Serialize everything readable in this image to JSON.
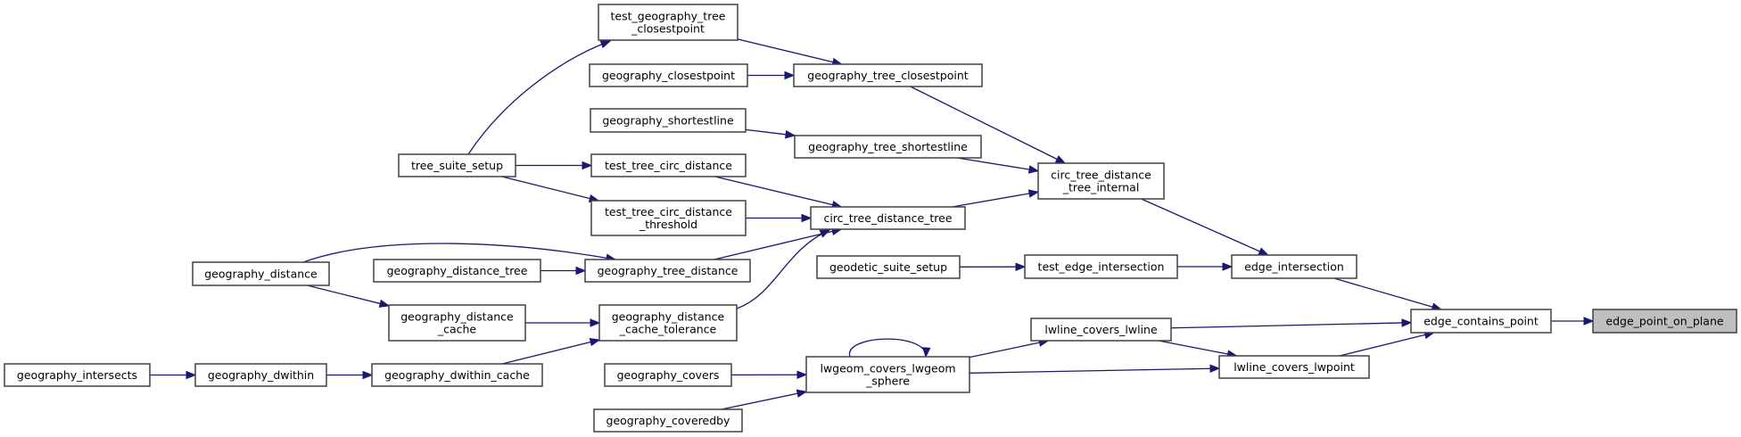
{
  "diagram": {
    "type": "caller-graph",
    "edge_color": "#191970",
    "highlight_fill": "#bfbfbf",
    "focus_node": "edge_point_on_plane",
    "nodes": [
      {
        "id": "edge_point_on_plane",
        "lines": [
          "edge_point_on_plane"
        ],
        "highlight": true
      },
      {
        "id": "edge_contains_point",
        "lines": [
          "edge_contains_point"
        ]
      },
      {
        "id": "edge_intersection",
        "lines": [
          "edge_intersection"
        ]
      },
      {
        "id": "lwline_covers_lwline",
        "lines": [
          "lwline_covers_lwline"
        ]
      },
      {
        "id": "lwline_covers_lwpoint",
        "lines": [
          "lwline_covers_lwpoint"
        ]
      },
      {
        "id": "circ_tree_distance_tree_internal",
        "lines": [
          "circ_tree_distance",
          "_tree_internal"
        ]
      },
      {
        "id": "test_edge_intersection",
        "lines": [
          "test_edge_intersection"
        ]
      },
      {
        "id": "lwgeom_covers_lwgeom_sphere",
        "lines": [
          "lwgeom_covers_lwgeom",
          "_sphere"
        ]
      },
      {
        "id": "geography_tree_closestpoint",
        "lines": [
          "geography_tree_closestpoint"
        ]
      },
      {
        "id": "geography_tree_shortestline",
        "lines": [
          "geography_tree_shortestline"
        ]
      },
      {
        "id": "circ_tree_distance_tree",
        "lines": [
          "circ_tree_distance_tree"
        ]
      },
      {
        "id": "geodetic_suite_setup",
        "lines": [
          "geodetic_suite_setup"
        ]
      },
      {
        "id": "geography_covers",
        "lines": [
          "geography_covers"
        ]
      },
      {
        "id": "geography_coveredby",
        "lines": [
          "geography_coveredby"
        ]
      },
      {
        "id": "test_geography_tree_closestpoint",
        "lines": [
          "test_geography_tree",
          "_closestpoint"
        ]
      },
      {
        "id": "geography_closestpoint",
        "lines": [
          "geography_closestpoint"
        ]
      },
      {
        "id": "geography_shortestline",
        "lines": [
          "geography_shortestline"
        ]
      },
      {
        "id": "test_tree_circ_distance",
        "lines": [
          "test_tree_circ_distance"
        ]
      },
      {
        "id": "test_tree_circ_distance_threshold",
        "lines": [
          "test_tree_circ_distance",
          "_threshold"
        ]
      },
      {
        "id": "geography_tree_distance",
        "lines": [
          "geography_tree_distance"
        ]
      },
      {
        "id": "geography_distance_cache_tolerance",
        "lines": [
          "geography_distance",
          "_cache_tolerance"
        ]
      },
      {
        "id": "tree_suite_setup",
        "lines": [
          "tree_suite_setup"
        ]
      },
      {
        "id": "geography_distance_tree",
        "lines": [
          "geography_distance_tree"
        ]
      },
      {
        "id": "geography_distance_cache",
        "lines": [
          "geography_distance",
          "_cache"
        ]
      },
      {
        "id": "geography_dwithin_cache",
        "lines": [
          "geography_dwithin_cache"
        ]
      },
      {
        "id": "geography_distance",
        "lines": [
          "geography_distance"
        ]
      },
      {
        "id": "geography_dwithin",
        "lines": [
          "geography_dwithin"
        ]
      },
      {
        "id": "geography_intersects",
        "lines": [
          "geography_intersects"
        ]
      }
    ],
    "edges": [
      {
        "from": "edge_contains_point",
        "to": "edge_point_on_plane"
      },
      {
        "from": "edge_intersection",
        "to": "edge_contains_point"
      },
      {
        "from": "lwline_covers_lwline",
        "to": "edge_contains_point"
      },
      {
        "from": "lwline_covers_lwpoint",
        "to": "edge_contains_point"
      },
      {
        "from": "circ_tree_distance_tree_internal",
        "to": "edge_intersection"
      },
      {
        "from": "test_edge_intersection",
        "to": "edge_intersection"
      },
      {
        "from": "lwgeom_covers_lwgeom_sphere",
        "to": "lwline_covers_lwline"
      },
      {
        "from": "lwline_covers_lwline",
        "to": "lwline_covers_lwpoint"
      },
      {
        "from": "lwgeom_covers_lwgeom_sphere",
        "to": "lwline_covers_lwpoint"
      },
      {
        "from": "geography_tree_closestpoint",
        "to": "circ_tree_distance_tree_internal"
      },
      {
        "from": "geography_tree_shortestline",
        "to": "circ_tree_distance_tree_internal"
      },
      {
        "from": "circ_tree_distance_tree",
        "to": "circ_tree_distance_tree_internal"
      },
      {
        "from": "geodetic_suite_setup",
        "to": "test_edge_intersection"
      },
      {
        "from": "lwgeom_covers_lwgeom_sphere",
        "to": "lwgeom_covers_lwgeom_sphere"
      },
      {
        "from": "geography_covers",
        "to": "lwgeom_covers_lwgeom_sphere"
      },
      {
        "from": "geography_coveredby",
        "to": "lwgeom_covers_lwgeom_sphere"
      },
      {
        "from": "test_geography_tree_closestpoint",
        "to": "geography_tree_closestpoint"
      },
      {
        "from": "geography_closestpoint",
        "to": "geography_tree_closestpoint"
      },
      {
        "from": "geography_shortestline",
        "to": "geography_tree_shortestline"
      },
      {
        "from": "test_tree_circ_distance",
        "to": "circ_tree_distance_tree"
      },
      {
        "from": "test_tree_circ_distance_threshold",
        "to": "circ_tree_distance_tree"
      },
      {
        "from": "geography_tree_distance",
        "to": "circ_tree_distance_tree"
      },
      {
        "from": "geography_distance_cache_tolerance",
        "to": "circ_tree_distance_tree"
      },
      {
        "from": "tree_suite_setup",
        "to": "test_geography_tree_closestpoint"
      },
      {
        "from": "tree_suite_setup",
        "to": "test_tree_circ_distance"
      },
      {
        "from": "tree_suite_setup",
        "to": "test_tree_circ_distance_threshold"
      },
      {
        "from": "geography_distance_tree",
        "to": "geography_tree_distance"
      },
      {
        "from": "geography_distance",
        "to": "geography_tree_distance"
      },
      {
        "from": "geography_distance_cache",
        "to": "geography_distance_cache_tolerance"
      },
      {
        "from": "geography_dwithin_cache",
        "to": "geography_distance_cache_tolerance"
      },
      {
        "from": "geography_distance",
        "to": "geography_distance_cache"
      },
      {
        "from": "geography_dwithin",
        "to": "geography_dwithin_cache"
      },
      {
        "from": "geography_intersects",
        "to": "geography_dwithin"
      }
    ]
  }
}
